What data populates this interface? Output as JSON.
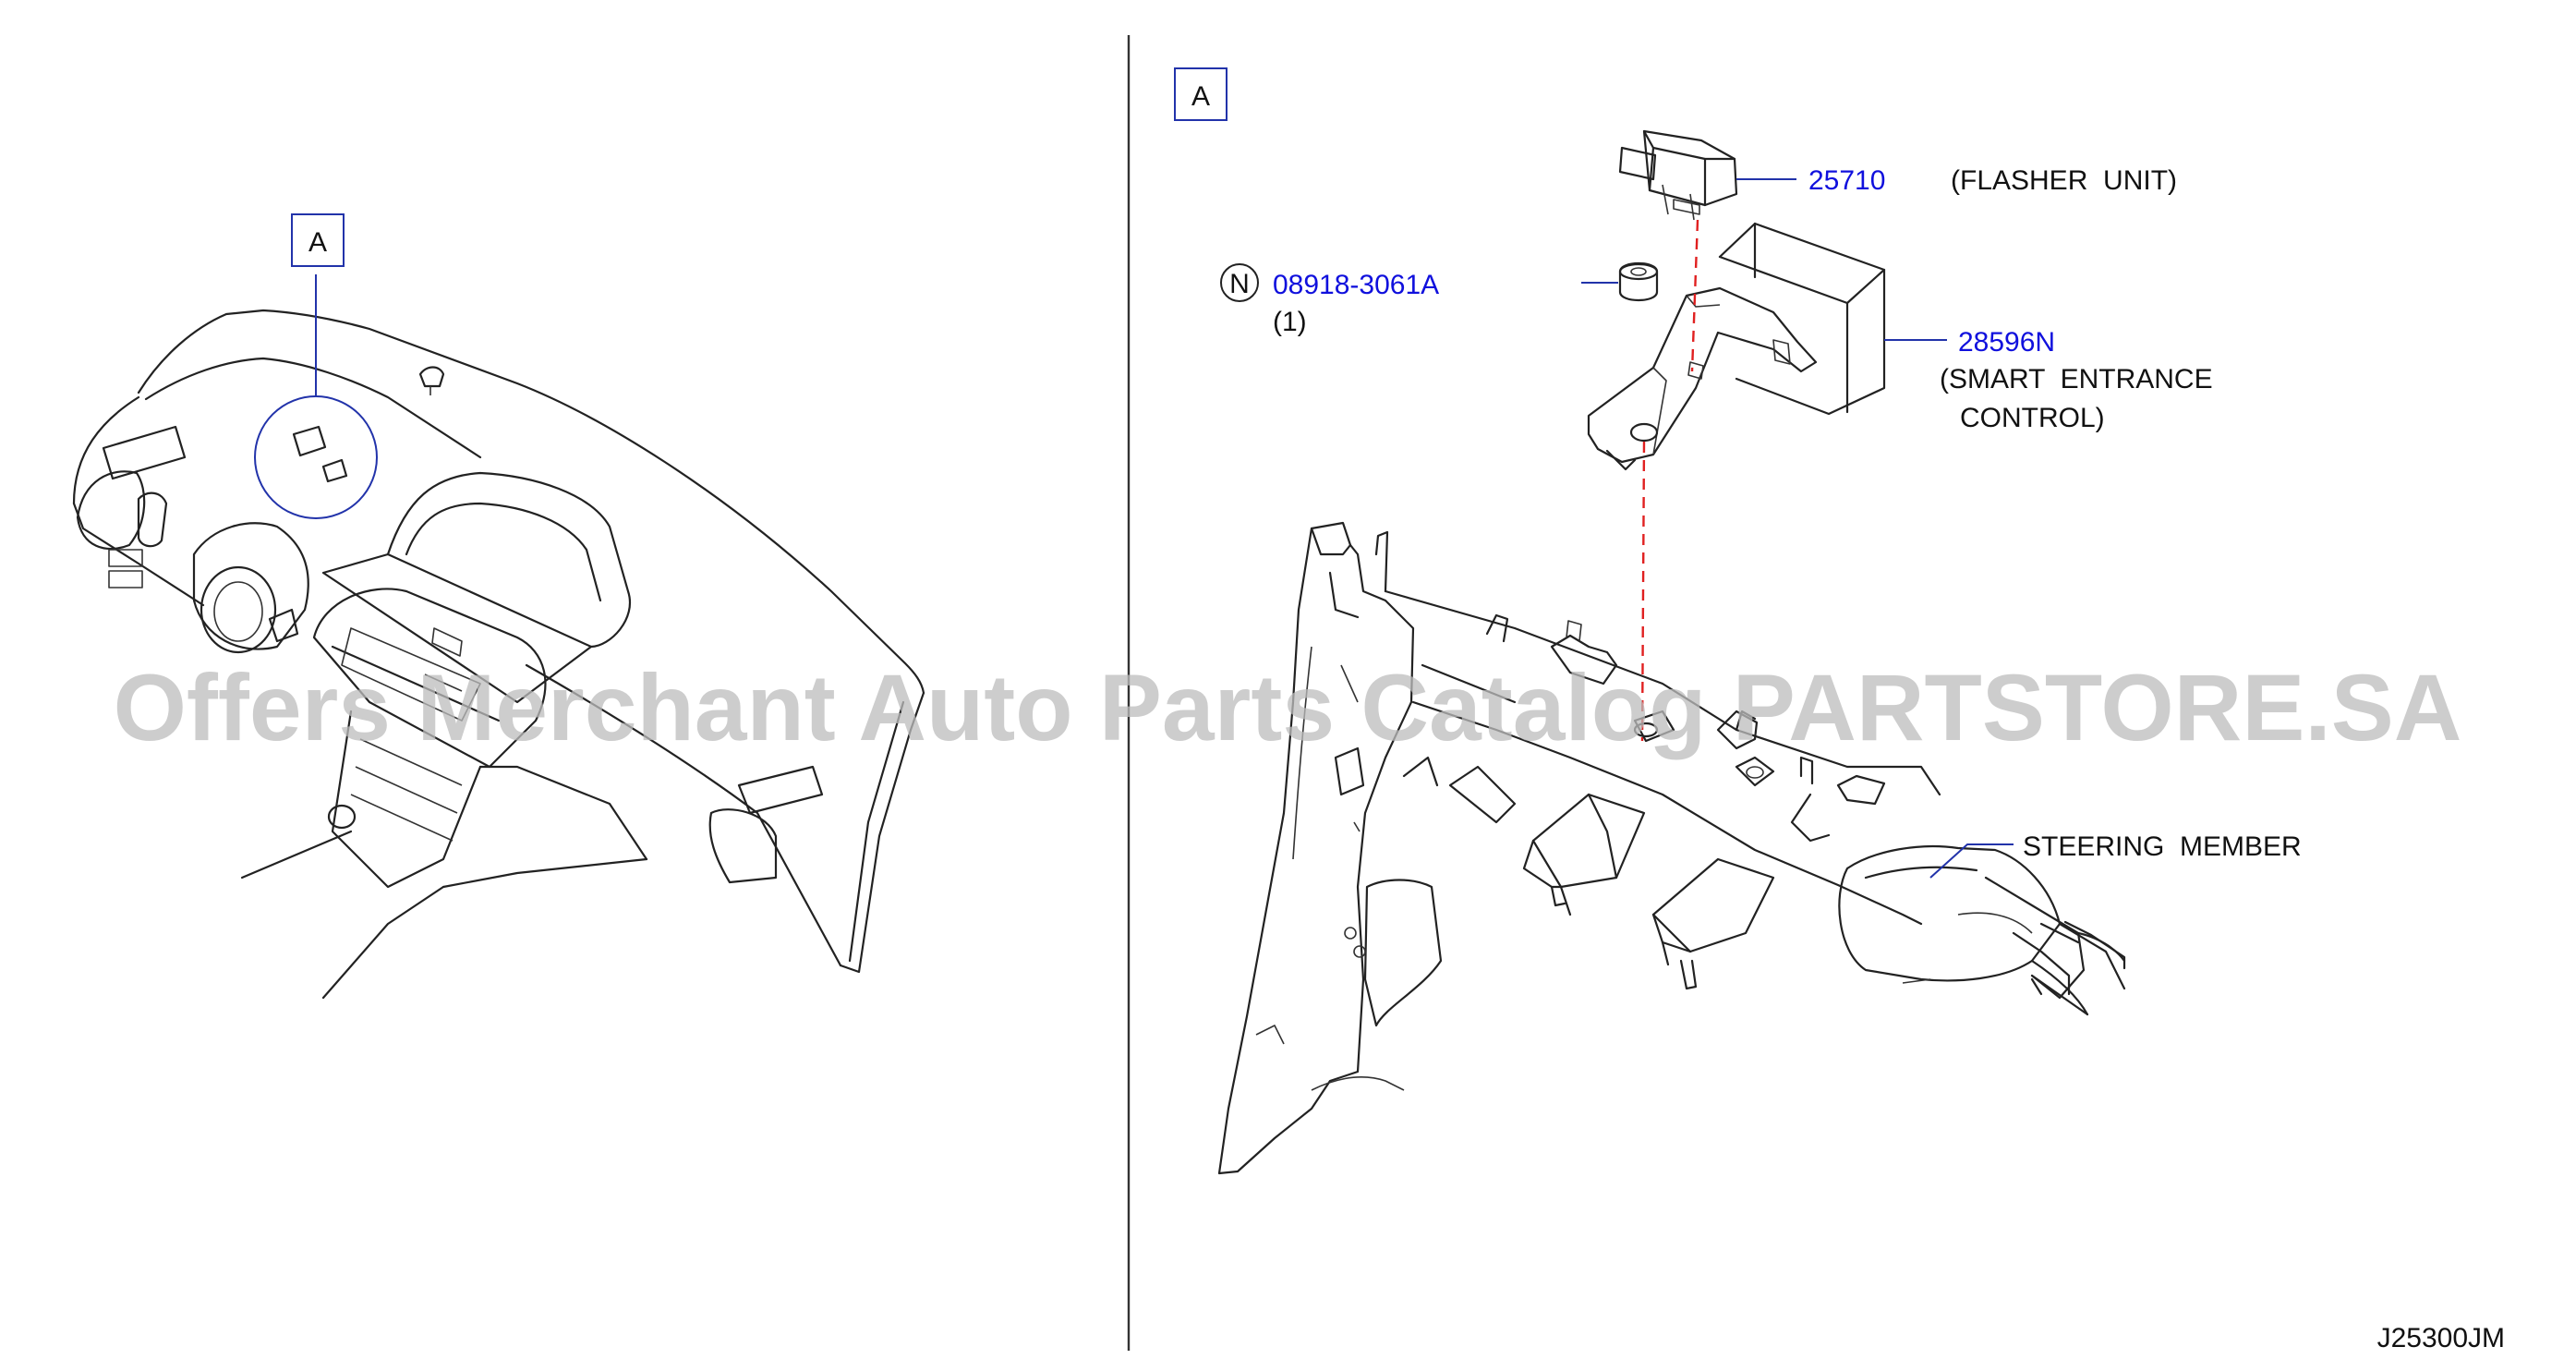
{
  "view_label_left": "A",
  "view_label_right": "A",
  "parts": {
    "flasher": {
      "number": "25710",
      "name": "(FLASHER  UNIT)"
    },
    "nut": {
      "symbol": "N",
      "number": "08918-3061A",
      "qty": "(1)"
    },
    "smart": {
      "number": "28596N",
      "name_line1": "(SMART  ENTRANCE",
      "name_line2": "CONTROL)"
    },
    "steering": {
      "name": "STEERING  MEMBER"
    }
  },
  "diagram_code": "J25300JM",
  "watermark": "Offers Merchant Auto Parts Catalog PARTSTORE.SA",
  "colors": {
    "part_number": "#1010dd",
    "leader": "#2233aa",
    "fastener_axis": "#e02020"
  }
}
